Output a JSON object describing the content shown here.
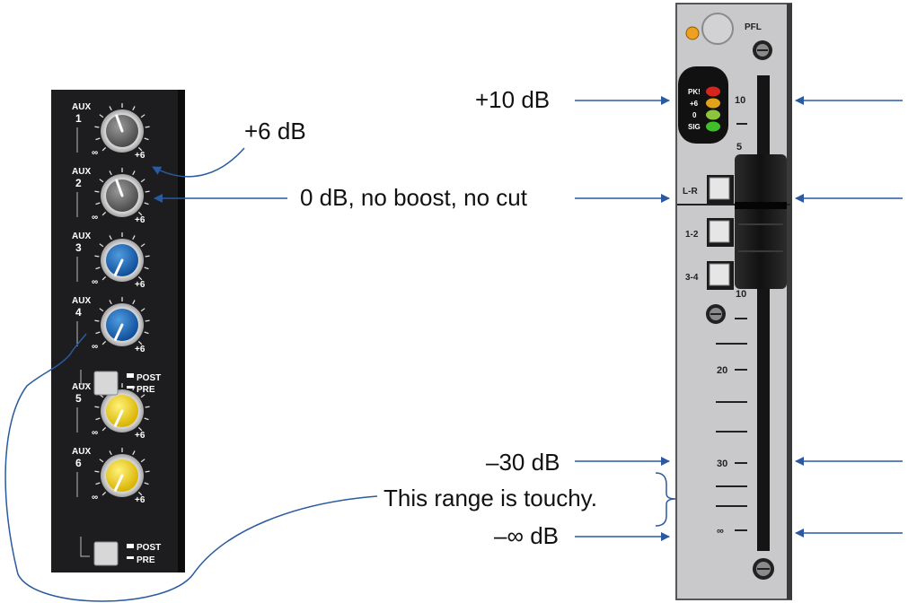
{
  "callouts": {
    "plus6": "+6 dB",
    "zero": "0 dB, no boost, no cut",
    "plus10": "+10 dB",
    "minus30": "–30 dB",
    "touchy": "This range is touchy.",
    "minusinf": "–∞ dB"
  },
  "aux_strip": {
    "knobs": [
      {
        "label_top": "AUX",
        "number": "1",
        "min": "∞",
        "max": "+6",
        "color": "#6b6b6b"
      },
      {
        "label_top": "AUX",
        "number": "2",
        "min": "∞",
        "max": "+6",
        "color": "#6b6b6b"
      },
      {
        "label_top": "AUX",
        "number": "3",
        "min": "∞",
        "max": "+6",
        "color": "#1f6fbf"
      },
      {
        "label_top": "AUX",
        "number": "4",
        "min": "∞",
        "max": "+6",
        "color": "#1f6fbf"
      },
      {
        "label_top": "AUX",
        "number": "5",
        "min": "∞",
        "max": "+6",
        "color": "#f2d21b"
      },
      {
        "label_top": "AUX",
        "number": "6",
        "min": "∞",
        "max": "+6",
        "color": "#f2d21b"
      }
    ],
    "post_label": "POST",
    "pre_label": "PRE"
  },
  "fader_strip": {
    "pfl_label": "PFL",
    "meter_labels": [
      "PK!",
      "+6",
      "0",
      "SIG"
    ],
    "scale_labels": {
      "s10": "10",
      "s5": "5",
      "s10b": "10",
      "s20": "20",
      "s30": "30",
      "sinf": "∞"
    },
    "route_buttons": [
      "L-R",
      "1-2",
      "3-4"
    ],
    "meter_colors": [
      "#d4261c",
      "#e0a21a",
      "#8cc43c",
      "#3fbf2a"
    ]
  },
  "colors": {
    "arrow": "#2a5aa0",
    "panel_dark": "#1d1d1f",
    "panel_light": "#c9c9cc"
  }
}
